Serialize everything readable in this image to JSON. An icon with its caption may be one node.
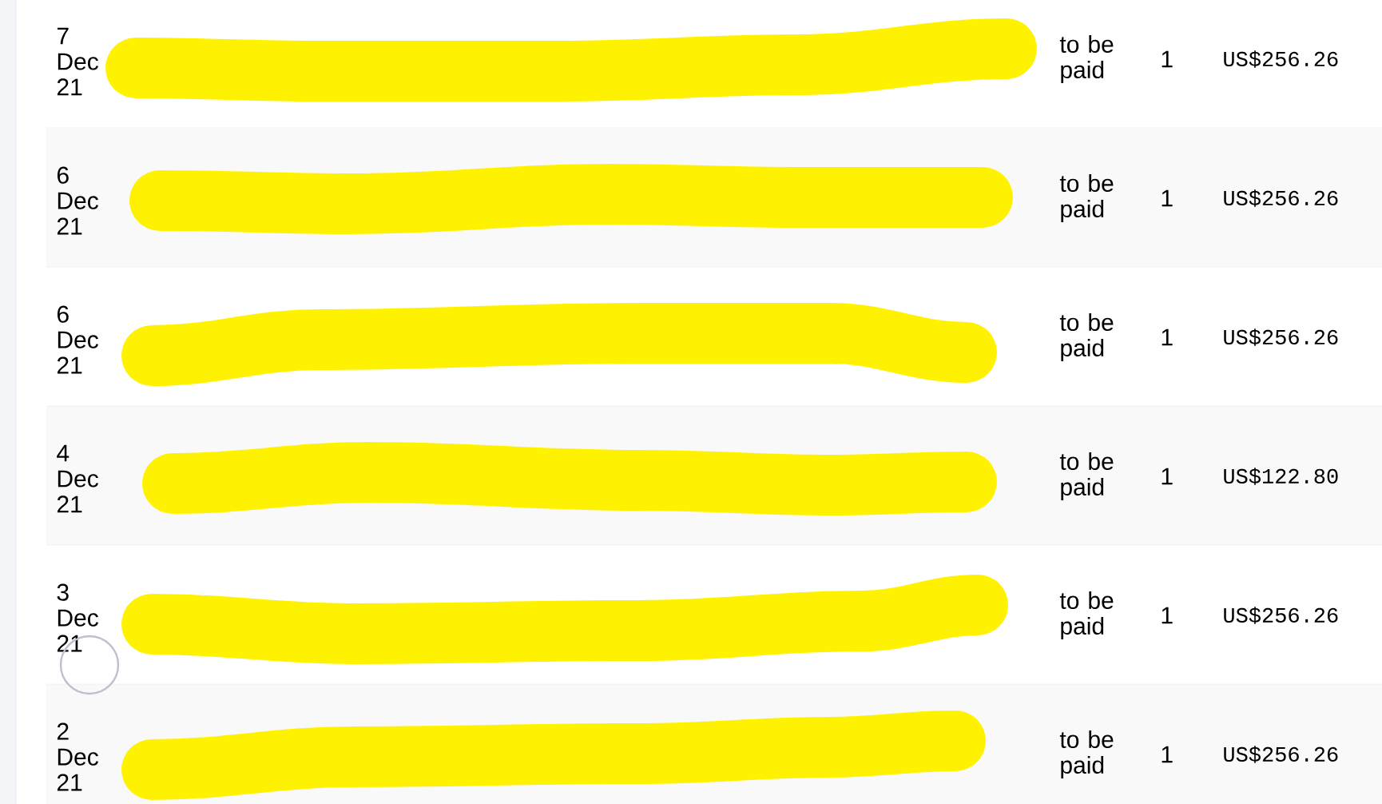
{
  "diagram": {
    "labels": [
      "7 Dec 21",
      "to be paid",
      "1",
      "US$256.26",
      "6 Dec 21",
      "to be paid",
      "1",
      "US$256.26",
      "6 Dec 21",
      "to be paid",
      "1",
      "US$256.26",
      "4 Dec 21",
      "to be paid",
      "1",
      "US$122.80",
      "3 Dec 21",
      "to be paid",
      "1",
      "US$256.26",
      "2 Dec 21",
      "to be paid",
      "1",
      "US$256.26"
    ]
  }
}
